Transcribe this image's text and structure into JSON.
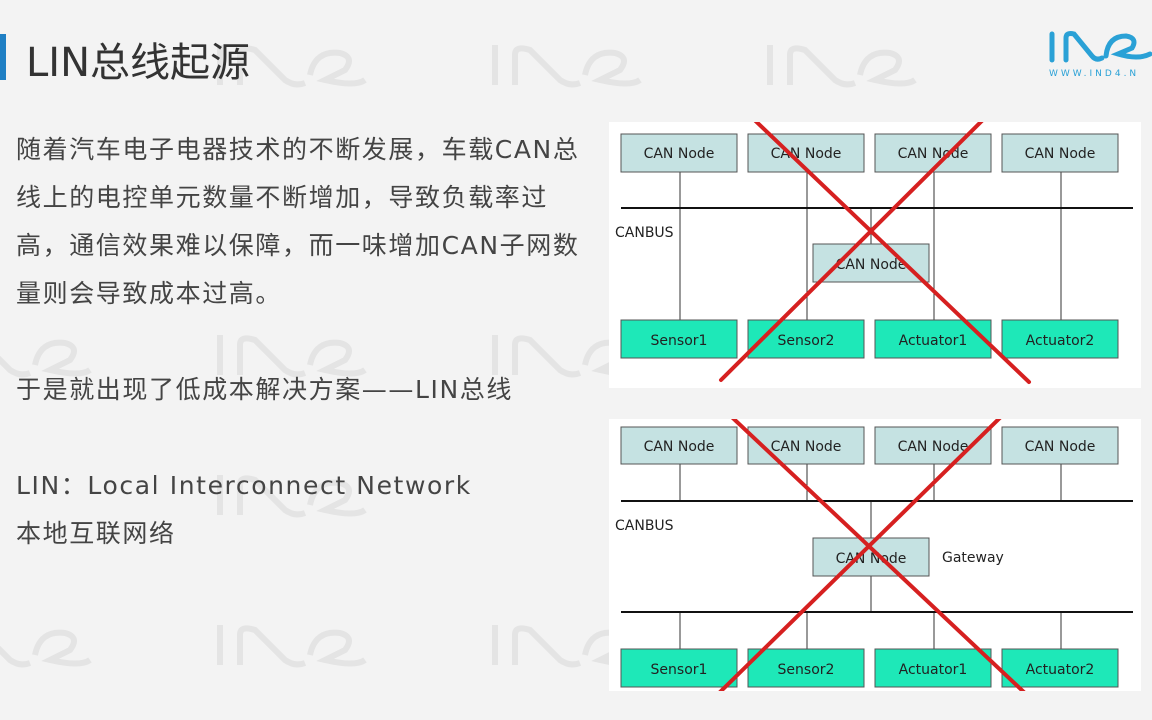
{
  "slide": {
    "title": "LIN总线起源",
    "paragraph1": "随着汽车电子电器技术的不断发展，车载CAN总线上的电控单元数量不断增加，导致负载率过高，通信效果难以保障，而一味增加CAN子网数量则会导致成本过高。",
    "paragraph2": "于是就出现了低成本解决方案——LIN总线",
    "paragraph3_line1": "LIN：Local Interconnect Network",
    "paragraph3_line2": "本地互联网络"
  },
  "logo": {
    "text": "WWW.IND4.N"
  },
  "diagram1": {
    "bus_label": "CANBUS",
    "top_nodes": [
      "CAN Node",
      "CAN Node",
      "CAN Node",
      "CAN Node"
    ],
    "middle_node": "CAN Node",
    "bottom_nodes": [
      "Sensor1",
      "Sensor2",
      "Actuator1",
      "Actuator2"
    ],
    "crossed_out": true
  },
  "diagram2": {
    "bus_label": "CANBUS",
    "top_nodes": [
      "CAN Node",
      "CAN Node",
      "CAN Node",
      "CAN Node"
    ],
    "gateway_node": "CAN Node",
    "gateway_label": "Gateway",
    "bottom_nodes": [
      "Sensor1",
      "Sensor2",
      "Actuator1",
      "Actuator2"
    ],
    "crossed_out": true
  },
  "colors": {
    "accent_blue": "#1f7fc4",
    "node_fill": "#c5e2e2",
    "sensor_fill": "#1ee8b8",
    "cross_red": "#d62020"
  }
}
